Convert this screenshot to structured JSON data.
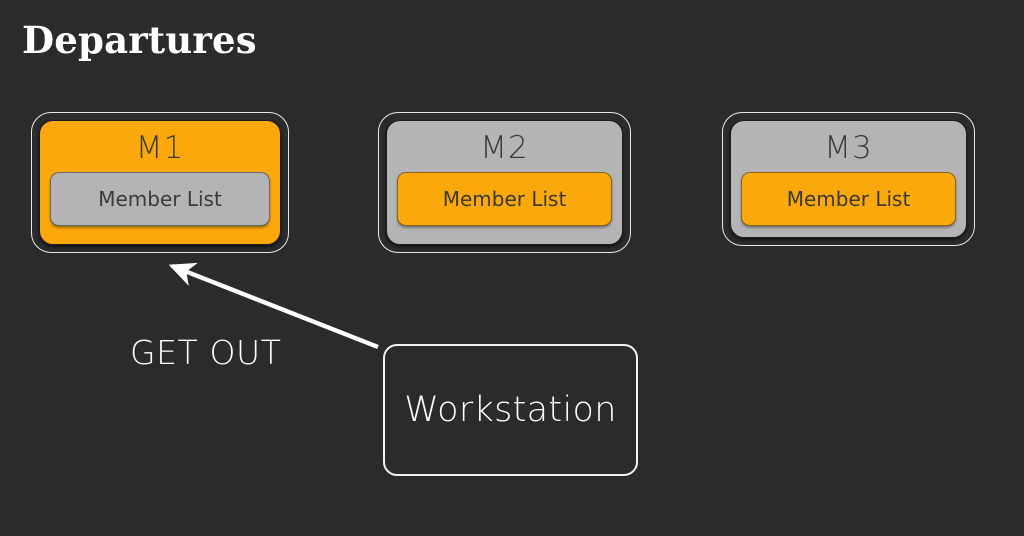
{
  "page": {
    "title": "Departures",
    "background_color": "#2b2b2b"
  },
  "colors": {
    "background": "#2b2b2b",
    "accent_orange": "#fba80c",
    "neutral_gray": "#b4b4b4",
    "outline_white": "#e8e8e8",
    "text_dark": "#3a3a3a",
    "text_light": "#ffffff"
  },
  "nodes": [
    {
      "id": "m1",
      "label": "M1",
      "card_fill": "#fba80c",
      "sub_label": "Member List",
      "sub_fill": "#b4b4b4"
    },
    {
      "id": "m2",
      "label": "M2",
      "card_fill": "#b4b4b4",
      "sub_label": "Member List",
      "sub_fill": "#fba80c"
    },
    {
      "id": "m3",
      "label": "M3",
      "card_fill": "#b4b4b4",
      "sub_label": "Member List",
      "sub_fill": "#fba80c"
    }
  ],
  "workstation": {
    "label": "Workstation"
  },
  "annotation": {
    "arrow_label": "GET OUT",
    "arrow_from": "Workstation",
    "arrow_to": "M1"
  }
}
